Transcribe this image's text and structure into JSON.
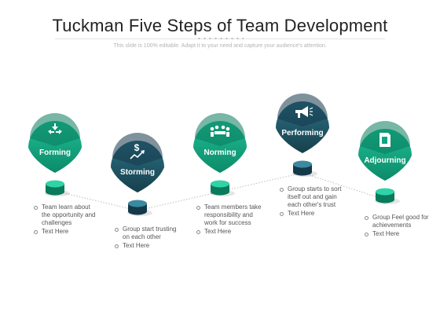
{
  "title": "Tuckman Five Steps of Team Development",
  "subtitle": "This slide is 100% editable. Adapt it to your need and capture your audience's attention.",
  "colors": {
    "green": "#12a37f",
    "teal": "#1f5868",
    "connector": "#bdbdbd"
  },
  "stages": [
    {
      "label": "Forming",
      "icon": "arrows-converge-icon",
      "color": "green",
      "bullets": [
        "Team learn about the opportunity and challenges",
        "Text Here"
      ]
    },
    {
      "label": "Storming",
      "icon": "dollar-growth-icon",
      "color": "teal",
      "bullets": [
        "Group start trusting on each other",
        "Text Here"
      ]
    },
    {
      "label": "Norming",
      "icon": "meeting-table-icon",
      "color": "green",
      "bullets": [
        "Team members take responsibility and work for success",
        "Text Here"
      ]
    },
    {
      "label": "Performing",
      "icon": "megaphone-icon",
      "color": "teal",
      "bullets": [
        "Group starts to sort itself out and gain each other's trust",
        "Text Here"
      ]
    },
    {
      "label": "Adjourning",
      "icon": "document-icon",
      "color": "green",
      "bullets": [
        "Group Feel good for achievements",
        "Text Here"
      ]
    }
  ]
}
